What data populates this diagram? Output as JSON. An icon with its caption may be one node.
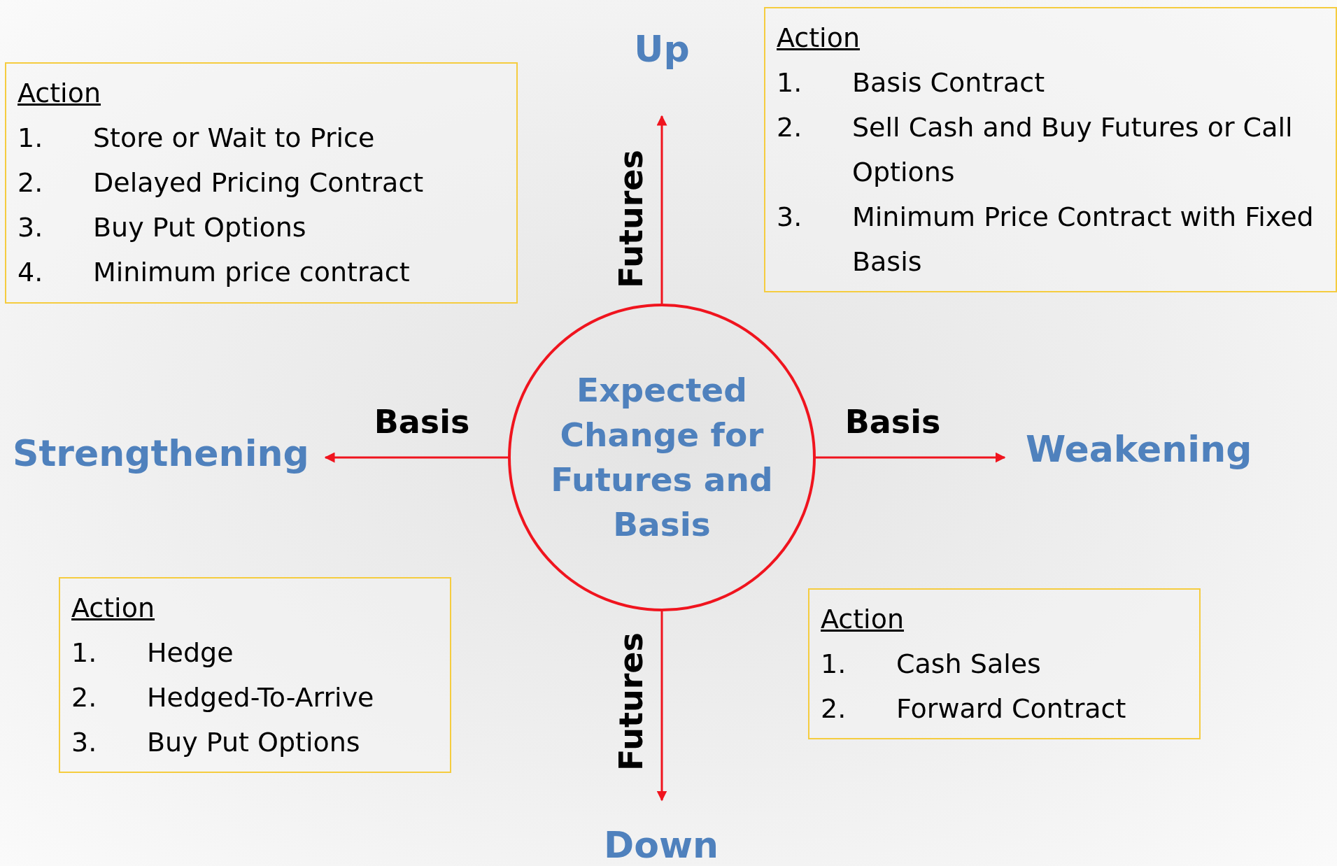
{
  "diagram": {
    "nodes": [
      {
        "text": [
          "Action",
          "1. Store or Wait to Price",
          "2. Delayed Pricing Contract",
          "3. Buy Put Options",
          "4. Minimum price contract"
        ]
      },
      {
        "text": [
          "Up"
        ]
      },
      {
        "text": [
          "Action",
          "1. Basis Contract",
          "2. Sell Cash and Buy Futures or Call Options",
          "3. Minimum Price Contract with Fixed Basis"
        ]
      },
      {
        "text": [
          "Strengthening"
        ]
      },
      {
        "text": [
          "Expected Change for Futures and Basis"
        ]
      },
      {
        "text": [
          "Weakening"
        ]
      },
      {
        "text": [
          "Action",
          "1. Hedge",
          "2. Hedged-To-Arrive",
          "3. Buy Put Options"
        ]
      },
      {
        "text": [
          "Action",
          "1. Cash Sales",
          "2. Forward Contract"
        ]
      },
      {
        "text": [
          "Down"
        ]
      }
    ],
    "edges": [
      {
        "from": 4,
        "to": 1,
        "arrow": "to",
        "label": "Futures"
      },
      {
        "from": 4,
        "to": 3,
        "arrow": "to",
        "label": "Basis"
      },
      {
        "from": 4,
        "to": 5,
        "arrow": "to",
        "label": "Basis"
      },
      {
        "from": 4,
        "to": 8,
        "arrow": "to",
        "label": "Futures"
      }
    ]
  }
}
